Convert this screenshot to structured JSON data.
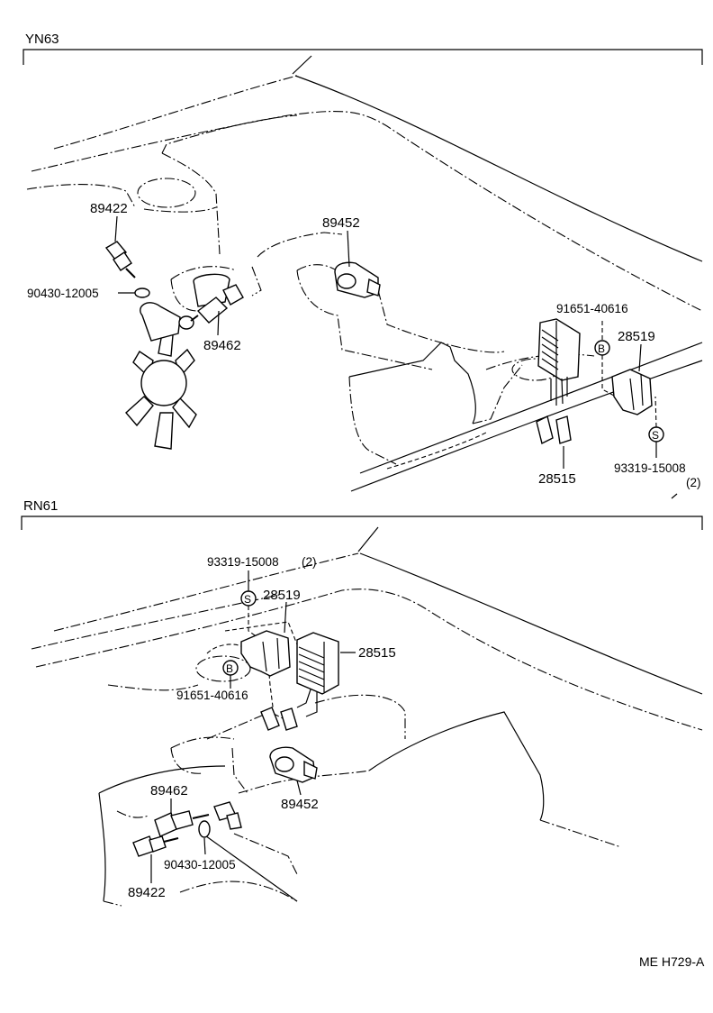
{
  "sections": [
    {
      "title": "YN63",
      "labels": {
        "p89422": "89422",
        "p90430": "90430-12005",
        "p89462": "89462",
        "p89452": "89452",
        "p91651": "91651-40616",
        "p28519": "28519",
        "p28515": "28515",
        "p93319": "93319-15008",
        "p93319_qty": "(2)",
        "badge_b": "B",
        "badge_s": "S"
      }
    },
    {
      "title": "RN61",
      "labels": {
        "p93319": "93319-15008",
        "p93319_qty": "(2)",
        "p28519": "28519",
        "p28515": "28515",
        "p91651": "91651-40616",
        "p89462": "89462",
        "p89452": "89452",
        "p90430": "90430-12005",
        "p89422": "89422",
        "badge_b": "B",
        "badge_s": "S"
      }
    }
  ],
  "figure_code": "ME H729-A"
}
